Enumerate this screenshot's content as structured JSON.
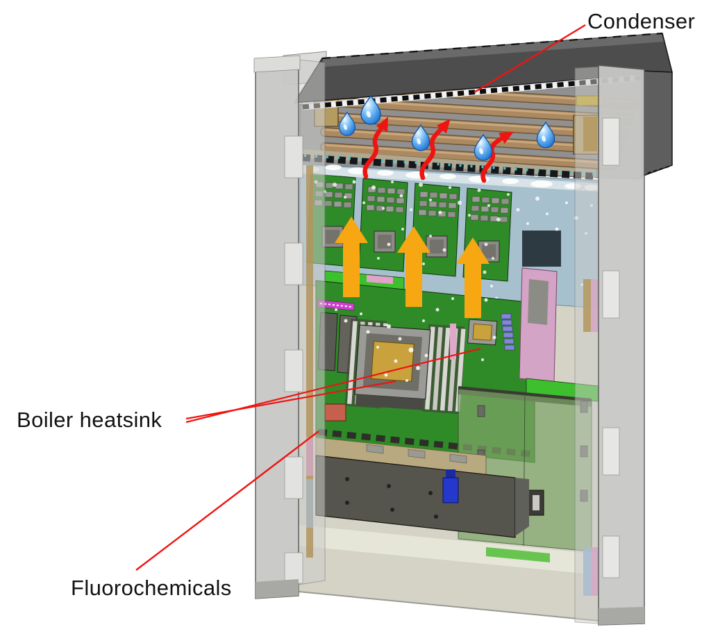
{
  "diagram": {
    "labels": {
      "condenser": "Condenser",
      "boiler_heatsink": "Boiler heatsink",
      "fluorochemicals": "Fluorochemicals"
    },
    "icons": {
      "droplet": "water-droplet",
      "vapor_arrow": "red-wavy-up-arrow",
      "heat_arrow": "orange-block-up-arrow",
      "leader_line": "red-annotation-line"
    },
    "counts": {
      "droplets": 5,
      "vapor_arrows": 3,
      "heat_arrows": 3,
      "gpu_modules": 4,
      "condenser_tubes": 5
    }
  },
  "colors": {
    "background": "#ffffff",
    "label-text": "#111111",
    "annotation-red": "#ee1411",
    "arrow-orange": "#f7a712",
    "droplet-blue": "#2f86e0",
    "liquid-blue": "#a6c0cd",
    "pcb-green": "#2f8b28",
    "bright-green": "#3ec02e",
    "copper": "#ab8a62",
    "brass": "#b59a62",
    "gold": "#c9a23e",
    "lid-gray": "#4d4d4d",
    "frame-gray": "#c8c8c6",
    "interior-beige": "#d4d3c6"
  }
}
